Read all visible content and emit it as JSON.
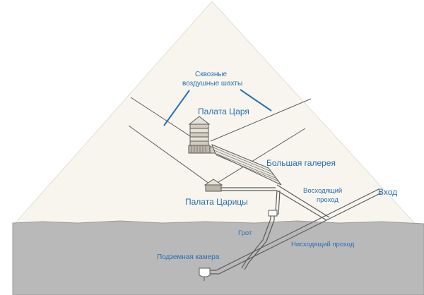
{
  "labels": {
    "air_shafts_line1": "Сквозные",
    "air_shafts_line2": "воздушные шахты",
    "kings_chamber": "Палата Царя",
    "grand_gallery": "Большая галерея",
    "ascending_line1": "Восходящий",
    "ascending_line2": "проход",
    "entrance": "Вход",
    "queens_chamber": "Палата Царицы",
    "grotto": "Грот",
    "descending": "Нисходящий проход",
    "subterranean": "Подземная камера"
  },
  "colors": {
    "pyramid_fill": "#f7f5ee",
    "pyramid_stroke": "#e2dfd4",
    "ground": "#b9b9b9",
    "ground_edge": "#9a9a9a",
    "line": "#5a5a5a",
    "label": "#2a6fb0"
  }
}
